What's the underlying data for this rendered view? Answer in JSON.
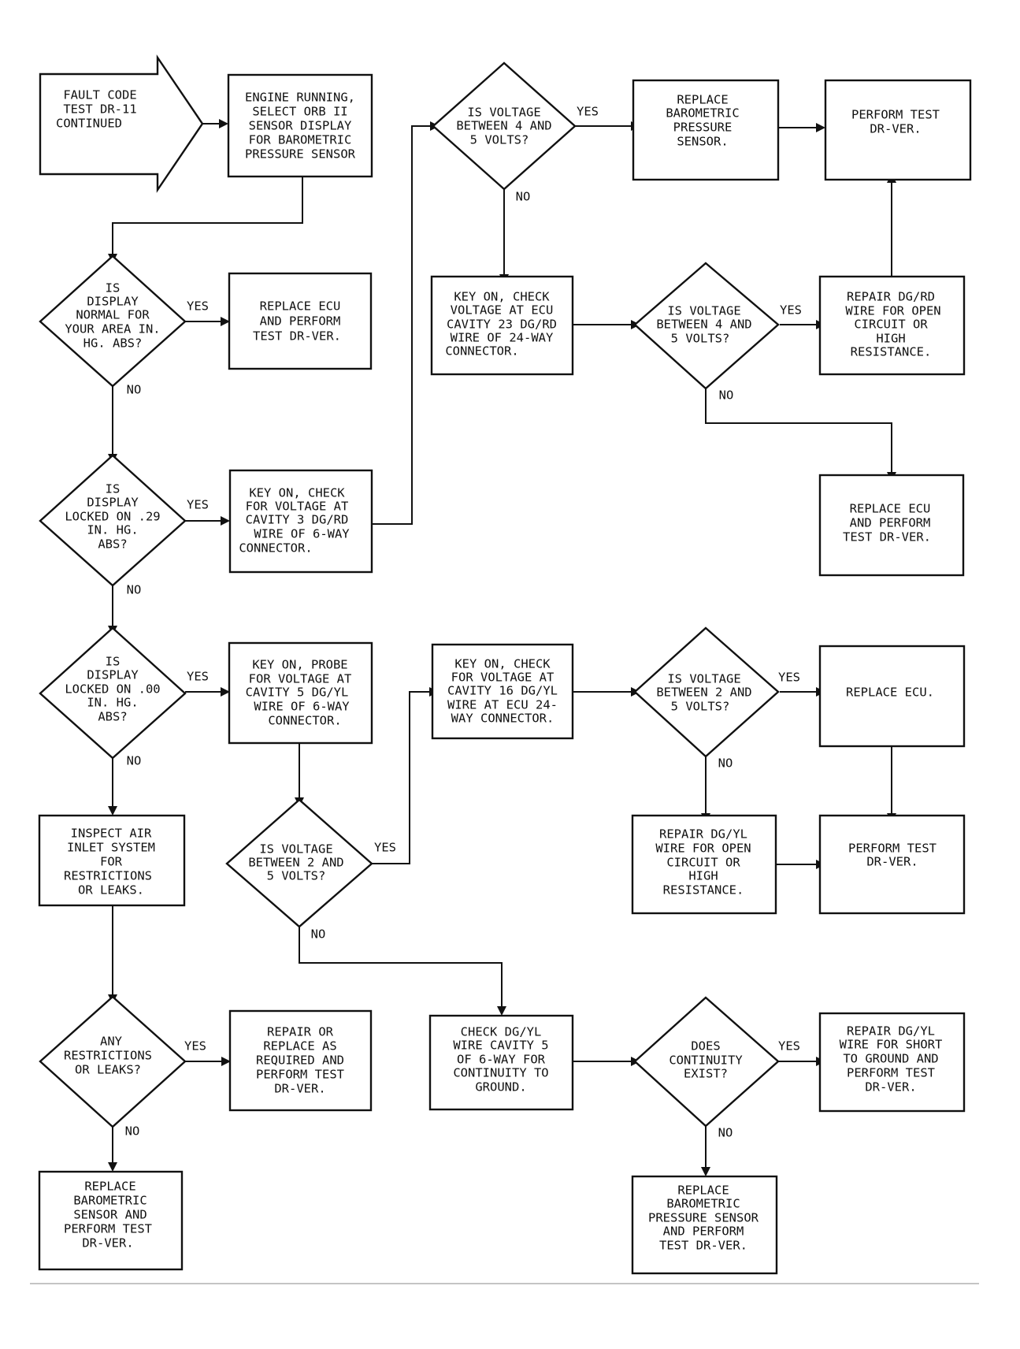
{
  "diagram": {
    "start": {
      "text": [
        "FAULT CODE",
        "TEST DR-11",
        "CONTINUED"
      ]
    },
    "boxes": [
      {
        "id": "b_engine",
        "text": [
          "ENGINE RUNNING,",
          "SELECT ORB II",
          "SENSOR DISPLAY",
          "FOR BAROMETRIC",
          "PRESSURE SENSOR"
        ]
      },
      {
        "id": "b_repl_ecu1",
        "text": [
          "REPLACE ECU",
          "AND PERFORM",
          "TEST DR-VER."
        ]
      },
      {
        "id": "b_key_cav3",
        "text": [
          "KEY ON, CHECK",
          "FOR VOLTAGE AT",
          "CAVITY 3 DG/RD",
          "WIRE OF 6-WAY",
          "CONNECTOR."
        ]
      },
      {
        "id": "b_key_cav5",
        "text": [
          "KEY ON, PROBE",
          "FOR VOLTAGE AT",
          "CAVITY 5 DG/YL",
          "WIRE OF 6-WAY",
          "CONNECTOR."
        ]
      },
      {
        "id": "b_inspect",
        "text": [
          "INSPECT AIR",
          "INLET SYSTEM",
          "FOR",
          "RESTRICTIONS",
          "OR LEAKS."
        ]
      },
      {
        "id": "b_repair_req",
        "text": [
          "REPAIR OR",
          "REPLACE AS",
          "REQUIRED AND",
          "PERFORM TEST",
          "DR-VER."
        ]
      },
      {
        "id": "b_repl_baro_sensor",
        "text": [
          "REPLACE",
          "BAROMETRIC",
          "SENSOR AND",
          "PERFORM TEST",
          "DR-VER."
        ]
      },
      {
        "id": "b_repl_baro",
        "text": [
          "REPLACE",
          "BAROMETRIC",
          "PRESSURE",
          "SENSOR."
        ]
      },
      {
        "id": "b_perform1",
        "text": [
          "PERFORM TEST",
          "DR-VER."
        ]
      },
      {
        "id": "b_key_cav23",
        "text": [
          "KEY ON, CHECK",
          "VOLTAGE AT ECU",
          "CAVITY 23 DG/RD",
          "WIRE OF 24-WAY",
          "CONNECTOR."
        ]
      },
      {
        "id": "b_repair_dgrd",
        "text": [
          "REPAIR DG/RD",
          "WIRE FOR OPEN",
          "CIRCUIT OR",
          "HIGH",
          "RESISTANCE."
        ]
      },
      {
        "id": "b_repl_ecu2",
        "text": [
          "REPLACE ECU",
          "AND PERFORM",
          "TEST DR-VER."
        ]
      },
      {
        "id": "b_key_cav16",
        "text": [
          "KEY ON, CHECK",
          "FOR VOLTAGE AT",
          "CAVITY 16 DG/YL",
          "WIRE AT ECU 24-",
          "WAY CONNECTOR."
        ]
      },
      {
        "id": "b_repl_ecu3",
        "text": [
          "REPLACE ECU."
        ]
      },
      {
        "id": "b_repair_dgyl_open",
        "text": [
          "REPAIR DG/YL",
          "WIRE FOR OPEN",
          "CIRCUIT OR",
          "HIGH",
          "RESISTANCE."
        ]
      },
      {
        "id": "b_perform2",
        "text": [
          "PERFORM TEST",
          "DR-VER."
        ]
      },
      {
        "id": "b_check_cont",
        "text": [
          "CHECK DG/YL",
          "WIRE CAVITY 5",
          "OF 6-WAY FOR",
          "CONTINUITY TO",
          "GROUND."
        ]
      },
      {
        "id": "b_repair_short",
        "text": [
          "REPAIR DG/YL",
          "WIRE FOR SHORT",
          "TO GROUND AND",
          "PERFORM TEST",
          "DR-VER."
        ]
      },
      {
        "id": "b_repl_baro_press",
        "text": [
          "REPLACE",
          "BAROMETRIC",
          "PRESSURE SENSOR",
          "AND PERFORM",
          "TEST DR-VER."
        ]
      }
    ],
    "decisions": [
      {
        "id": "d_normal",
        "text": [
          "IS",
          "DISPLAY",
          "NORMAL FOR",
          "YOUR AREA IN.",
          "HG. ABS?"
        ]
      },
      {
        "id": "d_locked29",
        "text": [
          "IS",
          "DISPLAY",
          "LOCKED ON .29",
          "IN. HG.",
          "ABS?"
        ]
      },
      {
        "id": "d_locked00",
        "text": [
          "IS",
          "DISPLAY",
          "LOCKED ON .00",
          "IN. HG.",
          "ABS?"
        ]
      },
      {
        "id": "d_restrict",
        "text": [
          "ANY",
          "RESTRICTIONS",
          "OR LEAKS?"
        ]
      },
      {
        "id": "d_volt25_a",
        "text": [
          "IS VOLTAGE",
          "BETWEEN 2 AND",
          "5 VOLTS?"
        ]
      },
      {
        "id": "d_volt45_a",
        "text": [
          "IS VOLTAGE",
          "BETWEEN 4 AND",
          "5 VOLTS?"
        ]
      },
      {
        "id": "d_volt45_b",
        "text": [
          "IS VOLTAGE",
          "BETWEEN 4 AND",
          "5 VOLTS?"
        ]
      },
      {
        "id": "d_volt25_b",
        "text": [
          "IS VOLTAGE",
          "BETWEEN 2 AND",
          "5 VOLTS?"
        ]
      },
      {
        "id": "d_contin",
        "text": [
          "DOES",
          "CONTINUITY",
          "EXIST?"
        ]
      }
    ],
    "edge_labels": {
      "yes": "YES",
      "no": "NO"
    }
  }
}
